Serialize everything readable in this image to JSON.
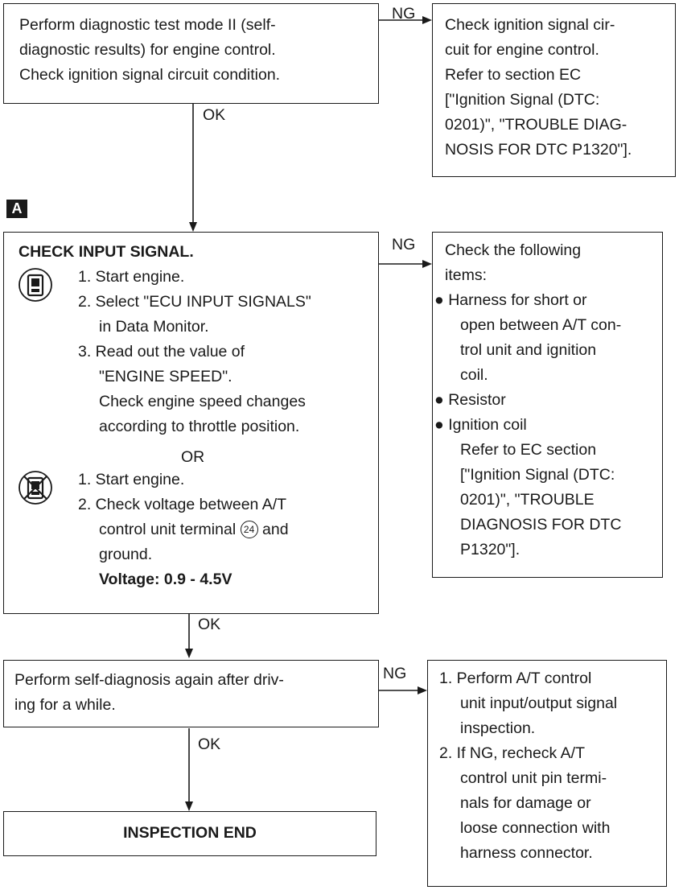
{
  "step1": {
    "lines": [
      "Perform diagnostic test mode II (self-",
      "diagnostic results) for engine control.",
      "Check ignition signal circuit condition."
    ]
  },
  "ng1": {
    "lines": [
      "Check ignition signal cir-",
      "cuit for engine control.",
      "Refer to section EC",
      "[\"Ignition Signal (DTC:",
      "0201)\", \"TROUBLE DIAG-",
      "NOSIS FOR DTC P1320\"]."
    ]
  },
  "marker": "A",
  "step2": {
    "title": "CHECK INPUT SIGNAL.",
    "consult_steps": [
      "1. Start engine.",
      "2. Select \"ECU INPUT SIGNALS\"",
      "in Data Monitor.",
      "3. Read out the value of",
      "\"ENGINE SPEED\".",
      "Check engine speed changes",
      "according to throttle position."
    ],
    "or": "OR",
    "no_consult_steps": [
      "1. Start engine.",
      "2. Check voltage between A/T",
      "control unit terminal",
      "and",
      "ground."
    ],
    "terminal": "24",
    "spec": "Voltage: 0.9 - 4.5V"
  },
  "ng2": {
    "lines": [
      "Check the following",
      "items:",
      "Harness for short or",
      "open between A/T con-",
      "trol unit and ignition",
      "coil.",
      "Resistor",
      "Ignition coil",
      "Refer to EC section",
      "[\"Ignition Signal (DTC:",
      "0201)\", \"TROUBLE",
      "DIAGNOSIS FOR DTC",
      "P1320\"]."
    ]
  },
  "step3": {
    "lines": [
      "Perform self-diagnosis again after driv-",
      "ing for a while."
    ]
  },
  "ng3": {
    "lines": [
      "1. Perform A/T control",
      "unit input/output signal",
      "inspection.",
      "2. If NG, recheck A/T",
      "control unit pin termi-",
      "nals for damage or",
      "loose connection with",
      "harness connector."
    ]
  },
  "end": {
    "label": "INSPECTION END"
  },
  "labels": {
    "ng": "NG",
    "ok": "OK"
  }
}
